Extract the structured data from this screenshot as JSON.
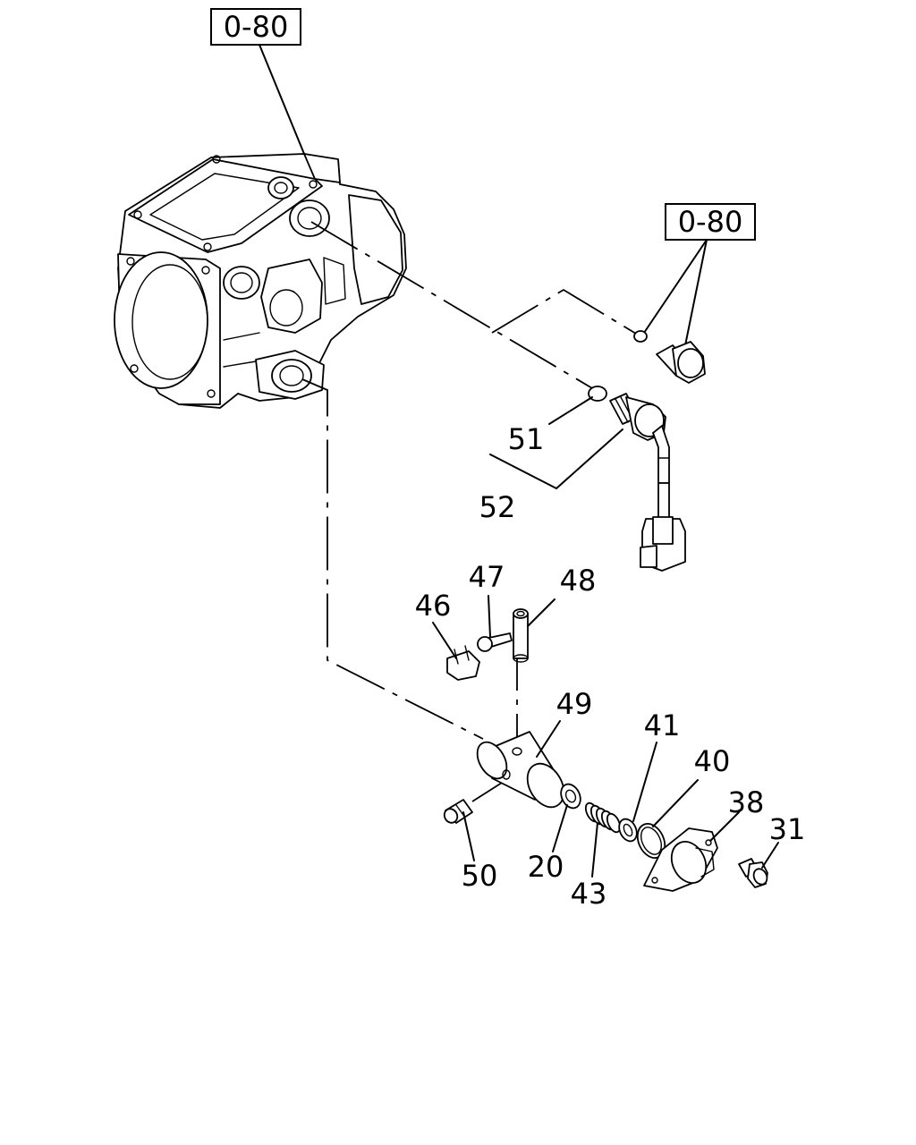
{
  "references": [
    {
      "id": "ref-top",
      "label": "0-80"
    },
    {
      "id": "ref-right",
      "label": "0-80"
    }
  ],
  "callouts": [
    {
      "id": "51",
      "label": "51"
    },
    {
      "id": "52",
      "label": "52"
    },
    {
      "id": "47",
      "label": "47"
    },
    {
      "id": "48",
      "label": "48"
    },
    {
      "id": "46",
      "label": "46"
    },
    {
      "id": "49",
      "label": "49"
    },
    {
      "id": "41",
      "label": "41"
    },
    {
      "id": "40",
      "label": "40"
    },
    {
      "id": "38",
      "label": "38"
    },
    {
      "id": "31",
      "label": "31"
    },
    {
      "id": "50",
      "label": "50"
    },
    {
      "id": "20",
      "label": "20"
    },
    {
      "id": "43",
      "label": "43"
    }
  ]
}
